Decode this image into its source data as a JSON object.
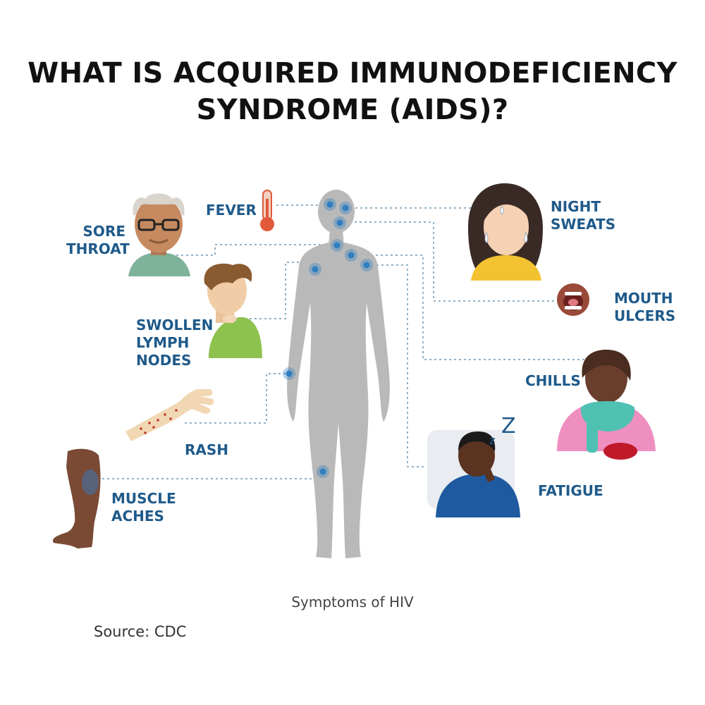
{
  "title": {
    "line1": "WHAT IS ACQUIRED IMMUNODEFICIENCY",
    "line2": "SYNDROME (AIDS)?"
  },
  "symptoms": {
    "sore_throat": [
      "SORE",
      "THROAT"
    ],
    "fever": "FEVER",
    "night_sweats": [
      "NIGHT",
      "SWEATS"
    ],
    "mouth_ulcers": [
      "MOUTH",
      "ULCERS"
    ],
    "swollen_lymph_nodes": [
      "SWOLLEN",
      "LYMPH",
      "NODES"
    ],
    "chills": "CHILLS",
    "rash": "RASH",
    "fatigue": "FATIGUE",
    "muscle_aches": [
      "MUSCLE",
      "ACHES"
    ]
  },
  "sleep_letters": [
    "z",
    "Z"
  ],
  "caption": "Symptoms of HIV",
  "source": "Source: CDC",
  "colors": {
    "label": "#1f5a8a",
    "body": "#b9b9b9",
    "marker": "#2f7fc1",
    "connector": "#8fb0c8"
  }
}
